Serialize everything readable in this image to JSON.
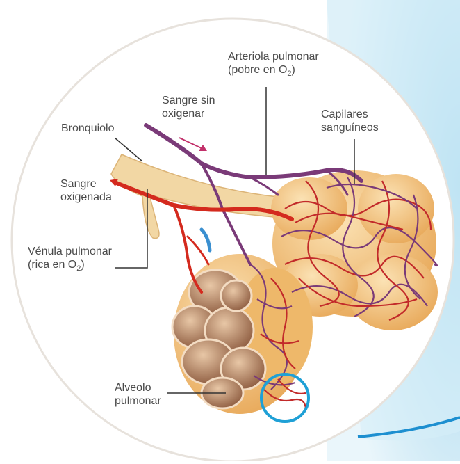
{
  "labels": {
    "arteriola": {
      "line1": "Arteriola pulmonar",
      "line2_pre": "(pobre en O",
      "sub": "2",
      "line2_post": ")"
    },
    "sangre_sin": {
      "line1": "Sangre sin",
      "line2": "oxigenar"
    },
    "bronquiolo": "Bronquiolo",
    "capilares": {
      "line1": "Capilares",
      "line2": "sanguíneos"
    },
    "sangre_oxi": {
      "line1": "Sangre",
      "line2": "oxigenada"
    },
    "venula": {
      "line1": "Vénula pulmonar",
      "line2_pre": "(rica en O",
      "sub": "2",
      "line2_post": ")"
    },
    "alveolo": {
      "line1": "Alveolo",
      "line2": "pulmonar"
    }
  },
  "colors": {
    "artery": "#7a3a78",
    "vein": "#d42a1e",
    "bronchiole": "#f4d39a",
    "alveolus": "#b8896a",
    "highlight_ring": "#1fa0d6",
    "background_blue": "#bfe3f2"
  }
}
